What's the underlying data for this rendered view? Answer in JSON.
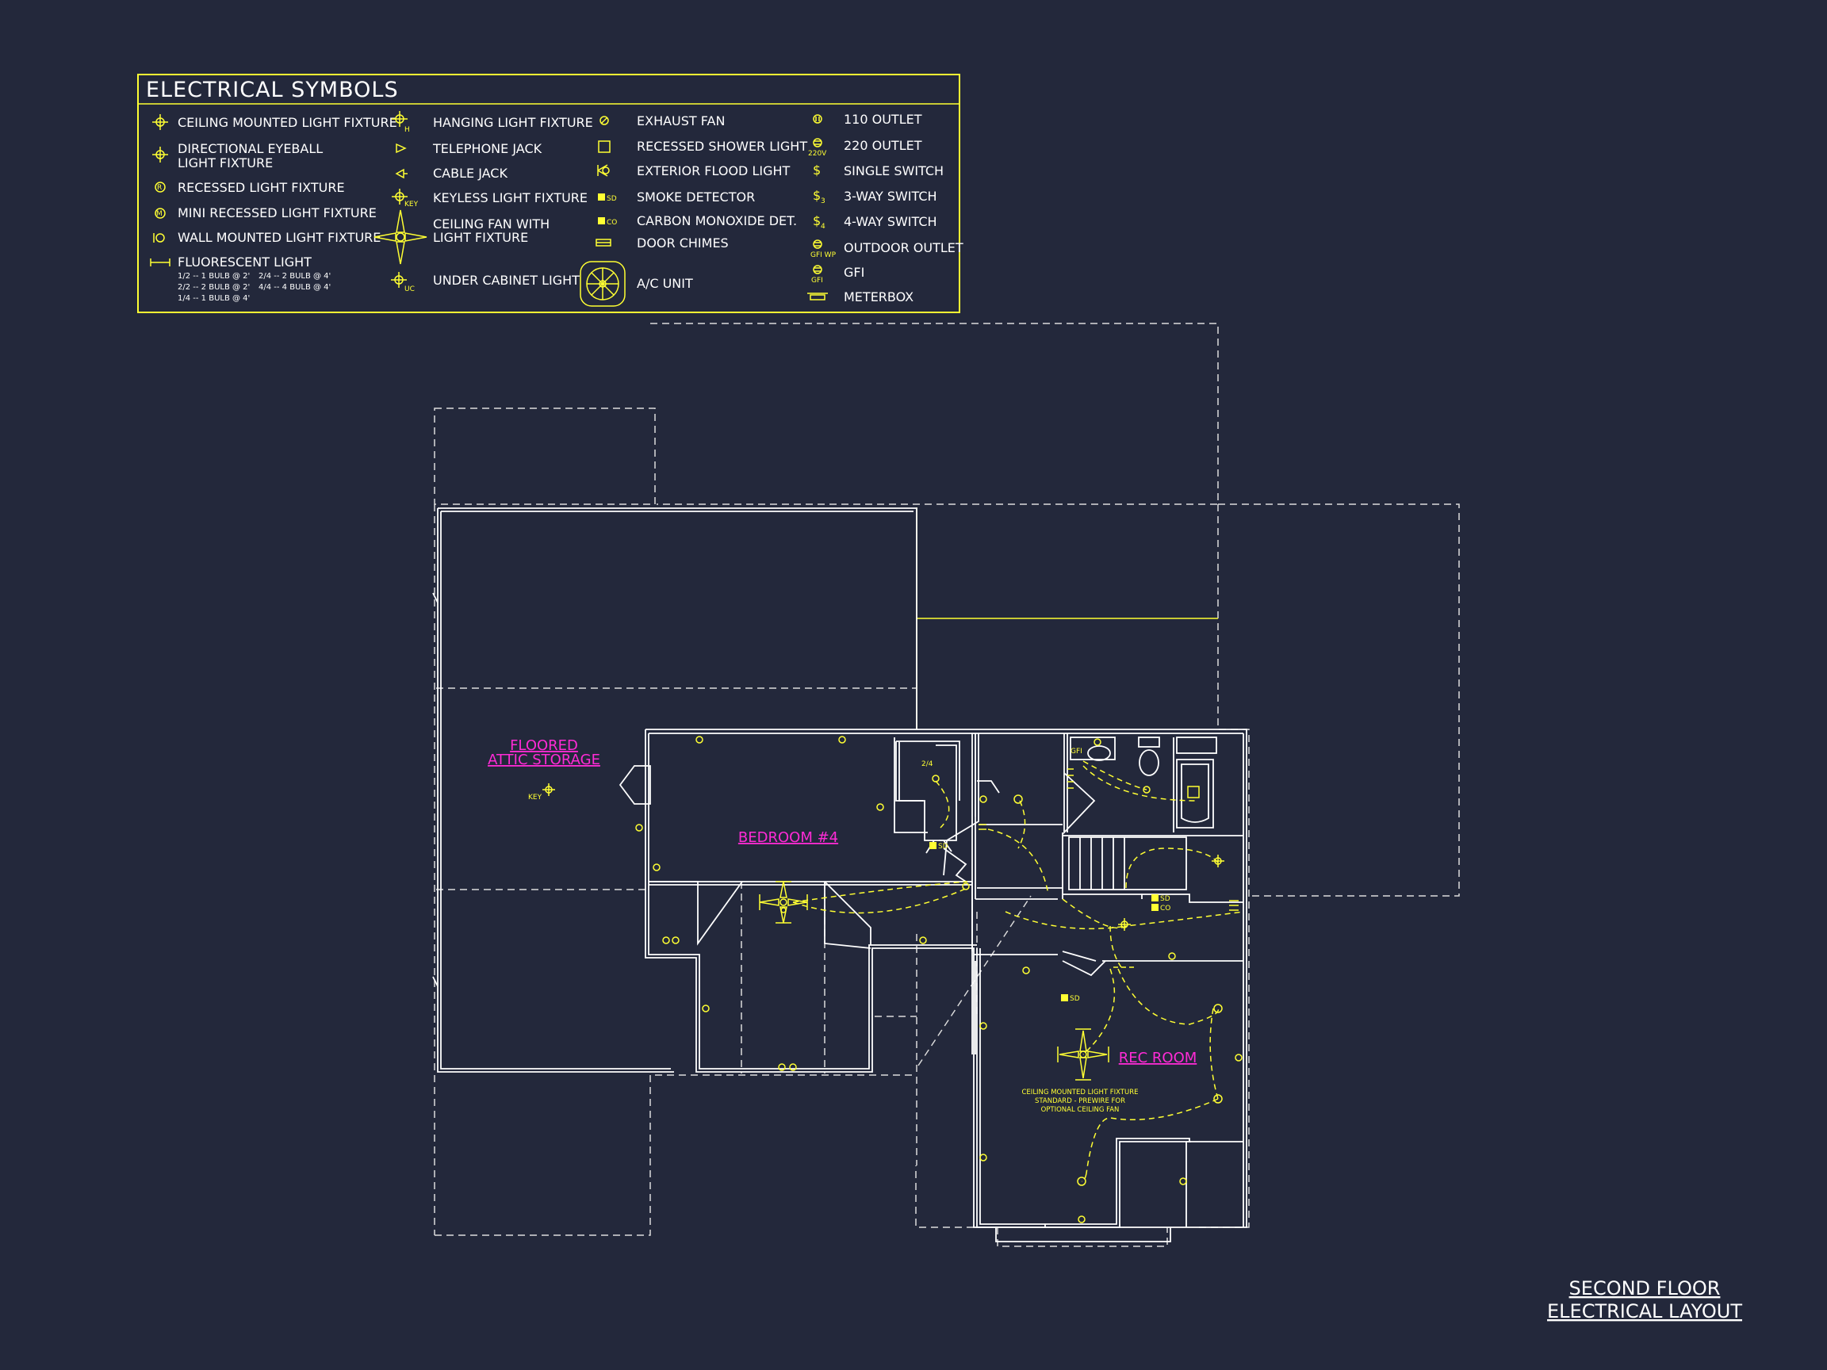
{
  "legend": {
    "title": "ELECTRICAL SYMBOLS",
    "col1": [
      "CEILING MOUNTED LIGHT FIXTURE",
      "DIRECTIONAL EYEBALL",
      "LIGHT FIXTURE",
      "RECESSED LIGHT FIXTURE",
      "MINI RECESSED LIGHT FIXTURE",
      "WALL MOUNTED LIGHT FIXTURE",
      "FLUORESCENT LIGHT"
    ],
    "fluor_notes": [
      "1/2 -- 1 BULB @ 2'",
      "2/4 -- 2 BULB @ 4'",
      "2/2 -- 2 BULB @ 2'",
      "4/4 -- 4 BULB @ 4'",
      "1/4 -- 1 BULB @ 4'"
    ],
    "col2": [
      "HANGING LIGHT FIXTURE",
      "TELEPHONE JACK",
      "CABLE JACK",
      "KEYLESS LIGHT FIXTURE",
      "CEILING FAN WITH",
      "LIGHT FIXTURE",
      "UNDER CABINET LIGHT"
    ],
    "col3": [
      "EXHAUST FAN",
      "RECESSED SHOWER LIGHT",
      "EXTERIOR FLOOD LIGHT",
      "SMOKE DETECTOR",
      "CARBON MONOXIDE DET.",
      "DOOR CHIMES",
      "A/C UNIT"
    ],
    "col4": [
      "110 OUTLET",
      "220 OUTLET",
      "SINGLE SWITCH",
      "3-WAY SWITCH",
      "4-WAY SWITCH",
      "OUTDOOR OUTLET",
      "GFI",
      "METERBOX"
    ],
    "sym_labels": {
      "h": "H",
      "key": "KEY",
      "uc": "UC",
      "sd": "SD",
      "co": "CO",
      "v220": "220V",
      "gfi_wp": "GFI WP",
      "gfi": "GFI",
      "s3": "3",
      "s4": "4",
      "r": "R",
      "m": "M"
    }
  },
  "rooms": {
    "attic_line1": "FLOORED",
    "attic_line2": "ATTIC STORAGE",
    "bedroom": "BEDROOM #4",
    "rec": "REC ROOM",
    "key_tag": "KEY",
    "closet_tag": "2/4",
    "sd_tag": "SD",
    "co_tag": "CO",
    "gfi_tag": "GFI"
  },
  "rec_note": [
    "CEILING MOUNTED LIGHT FIXTURE",
    "STANDARD - PREWIRE FOR",
    "OPTIONAL CEILING FAN"
  ],
  "sheet_title": {
    "line1": "SECOND FLOOR",
    "line2": "ELECTRICAL LAYOUT"
  },
  "colors": {
    "background": "#23283b",
    "lines": "#ffffff",
    "symbols": "#ffff33",
    "room_labels": "#ff2bd6"
  }
}
